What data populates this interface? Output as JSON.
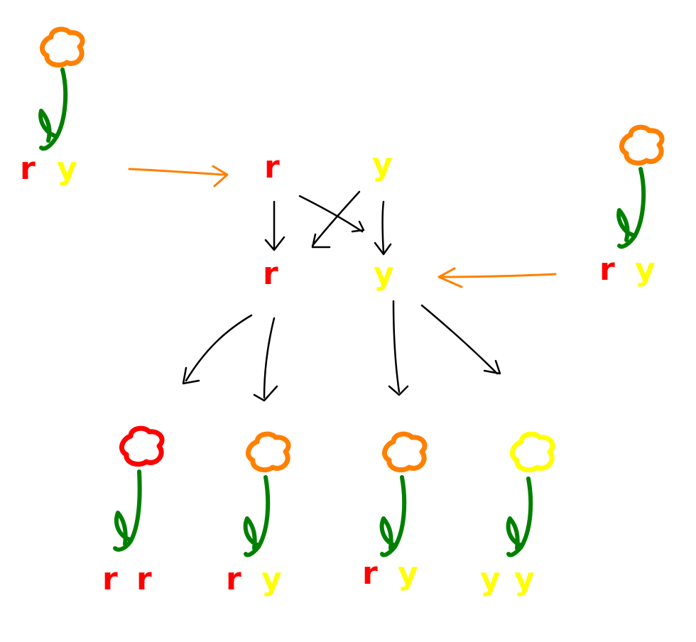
{
  "colors": {
    "red": "#ff0000",
    "orange": "#ff8000",
    "yellow": "#ffff00",
    "stem_green": "#008000",
    "arrow_black": "#000000",
    "arrow_orange": "#ff8000"
  },
  "parents": [
    {
      "flower_color": "orange",
      "alleles": [
        {
          "text": "r",
          "color": "red"
        },
        {
          "text": "y",
          "color": "yellow"
        }
      ]
    },
    {
      "flower_color": "orange",
      "alleles": [
        {
          "text": "r",
          "color": "red"
        },
        {
          "text": "y",
          "color": "yellow"
        }
      ]
    }
  ],
  "gametes_row1": [
    {
      "text": "r",
      "color": "red"
    },
    {
      "text": "y",
      "color": "yellow"
    }
  ],
  "gametes_row2": [
    {
      "text": "r",
      "color": "red"
    },
    {
      "text": "y",
      "color": "yellow"
    }
  ],
  "offspring": [
    {
      "flower_color": "red",
      "alleles": [
        {
          "text": "r",
          "color": "red"
        },
        {
          "text": "r",
          "color": "red"
        }
      ]
    },
    {
      "flower_color": "orange",
      "alleles": [
        {
          "text": "r",
          "color": "red"
        },
        {
          "text": "y",
          "color": "yellow"
        }
      ]
    },
    {
      "flower_color": "orange",
      "alleles": [
        {
          "text": "r",
          "color": "red"
        },
        {
          "text": "y",
          "color": "yellow"
        }
      ]
    },
    {
      "flower_color": "yellow",
      "alleles": [
        {
          "text": "y",
          "color": "yellow"
        },
        {
          "text": "y",
          "color": "yellow"
        }
      ]
    }
  ]
}
